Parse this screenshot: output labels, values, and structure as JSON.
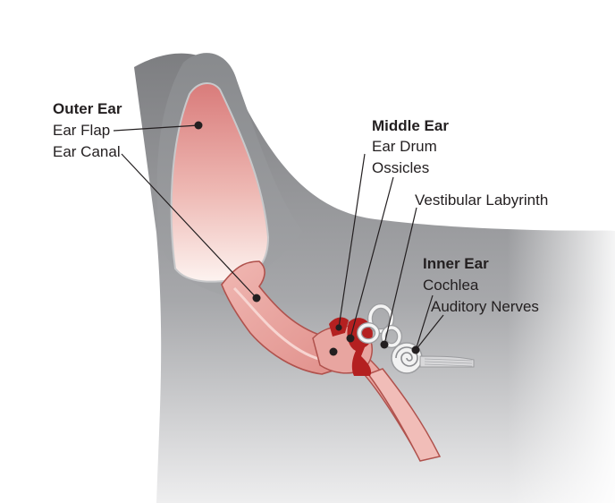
{
  "labels": {
    "outer_ear": "Outer Ear",
    "ear_flap": "Ear Flap",
    "ear_canal": "Ear Canal",
    "middle_ear": "Middle Ear",
    "ear_drum": "Ear Drum",
    "ossicles": "Ossicles",
    "vestibular_labyrinth": "Vestibular Labyrinth",
    "inner_ear": "Inner Ear",
    "cochlea": "Cochlea",
    "auditory_nerves": "Auditory Nerves"
  },
  "colors": {
    "head_fill": "#8e8f92",
    "ear_flap_outer": "#9a9b9e",
    "canal_fill": "#e7a3a0",
    "canal_stroke": "#b0524d",
    "ossicle_red": "#b42020",
    "inner_ear_white": "#f2f2f2",
    "leader": "#231f20"
  }
}
